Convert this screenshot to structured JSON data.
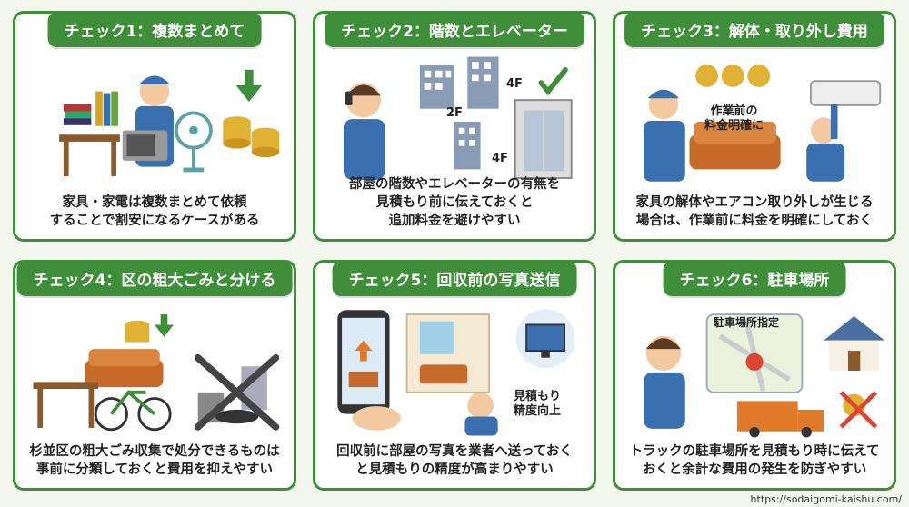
{
  "cards": [
    {
      "title": "チェック1：複数まとめて",
      "lines": [
        "家具・家電は複数まとめて依頼",
        "することで割安になるケースがある"
      ],
      "labels": []
    },
    {
      "title": "チェック2：階数とエレベーター",
      "lines": [
        "部屋の階数やエレベーターの有無を",
        "見積もり前に伝えておくと",
        "追加料金を避けやすい"
      ],
      "labels": [
        "2F",
        "4F",
        "4F"
      ]
    },
    {
      "title": "チェック3：解体・取り外し費用",
      "lines": [
        "家具の解体やエアコン取り外しが生じる",
        "場合は、作業前に料金を明確にしておく"
      ],
      "labels": [
        "作業前の",
        "料金明確に"
      ]
    },
    {
      "title": "チェック4：区の粗大ごみと分ける",
      "lines": [
        "杉並区の粗大ごみ収集で処分できるものは",
        "事前に分類しておくと費用を抑えやすい"
      ],
      "labels": []
    },
    {
      "title": "チェック5：回収前の写真送信",
      "lines": [
        "回収前に部屋の写真を業者へ送っておく",
        "と見積もりの精度が高まりやすい"
      ],
      "labels": [
        "見積もり",
        "精度向上"
      ]
    },
    {
      "title": "チェック6：駐車場所",
      "lines": [
        "トラックの駐車場所を見積もり時に伝えて",
        "おくと余計な費用の発生を防ぎやすい"
      ],
      "labels": [
        "駐車場所指定"
      ]
    }
  ],
  "footer": {
    "source": "https://sodaigomi-kaishu.com/"
  },
  "colors": {
    "accent": "#3f8f3a",
    "worker": "#3a6fb0",
    "furniture": "#c76a2a"
  }
}
